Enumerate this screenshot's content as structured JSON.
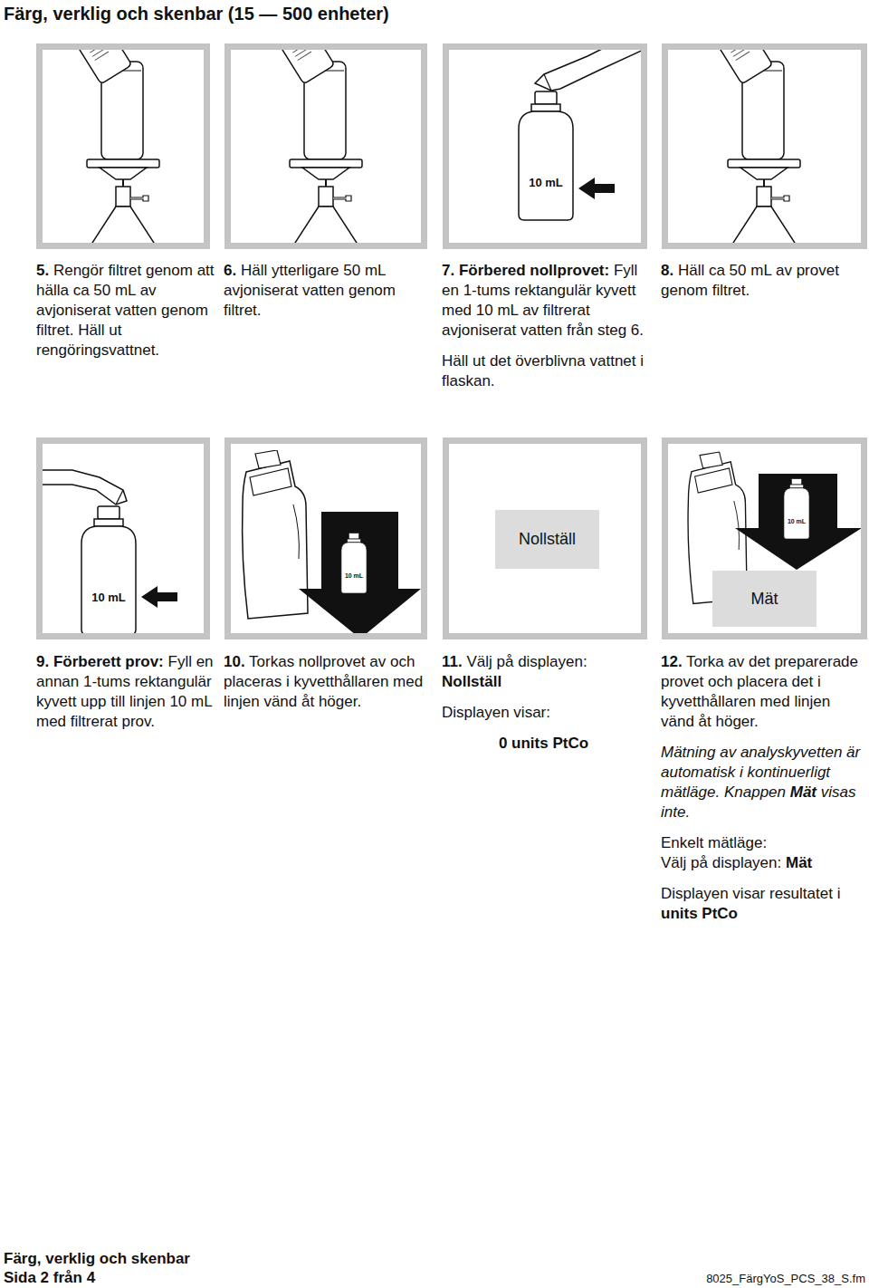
{
  "diagram": {
    "title": "Färg, verklig och skenbar (15 — 500 enheter)",
    "nodes": [
      {
        "text": [
          "Nollställ"
        ]
      },
      {
        "text": [
          "Mät"
        ]
      }
    ],
    "labels": [
      "10 mL",
      "5.",
      "Rengör filtret genom att hälla ca 50 mL av avjoniserat vatten genom filtret. Häll ut rengöringsvattnet.",
      "6.",
      "Häll ytterligare 50 mL avjoniserat vatten genom filtret.",
      "7.",
      "Förbered nollprovet:",
      "Fyll en 1-tums rektangulär kyvett med 10 mL av filtrerat avjoniserat vatten från steg 6.",
      "Häll ut det överblivna vattnet i flaskan.",
      "8.",
      "Häll ca 50 mL av provet genom filtret.",
      "10 mL",
      "10 mL",
      "10 mL",
      "9.",
      "Förberett prov:",
      "Fyll en annan 1-tums rektangulär kyvett upp till linjen 10 mL med filtrerat prov.",
      "10.",
      "Torkas nollprovet av och placeras i kyvetthållaren med linjen vänd åt höger.",
      "11.",
      "Välj på displayen:",
      "Nollställ",
      "Displayen visar:",
      "0 units PtCo",
      "12.",
      "Torka av det preparerade provet och placera det i kyvetthållaren med linjen vänd åt höger.",
      "Mätning av analyskyvetten är automatisk i kontinuerligt mätläge. Knappen",
      "Mät",
      "visas inte.",
      "Enkelt mätläge:",
      "Välj på displayen:",
      "Mät",
      "Displayen visar resultatet i",
      "units PtCo",
      "Färg, verklig och skenbar",
      "Sida 2 från 4",
      "8025_FärgYoS_PCS_38_S.fm"
    ]
  }
}
